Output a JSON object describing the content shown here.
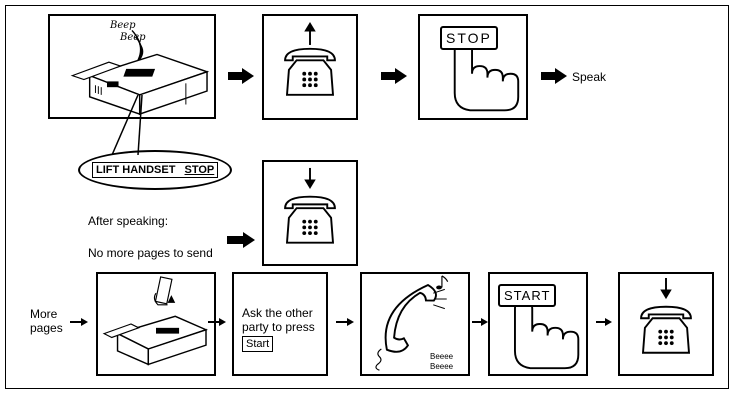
{
  "sequence": {
    "beep1": "Beep",
    "beep2": "Beep",
    "callout_lift": "LIFT HANDSET",
    "callout_stop": "STOP",
    "stop_button": "STOP",
    "speak": "Speak",
    "after_speaking": "After speaking:",
    "no_more_pages": "No more pages to send",
    "more_pages": "More\npages",
    "ask_text_1": "Ask the other",
    "ask_text_2": "party to press",
    "start_label": "Start",
    "beeee1": "Beeee",
    "beeee2": "Beeee",
    "start_button": "START"
  }
}
